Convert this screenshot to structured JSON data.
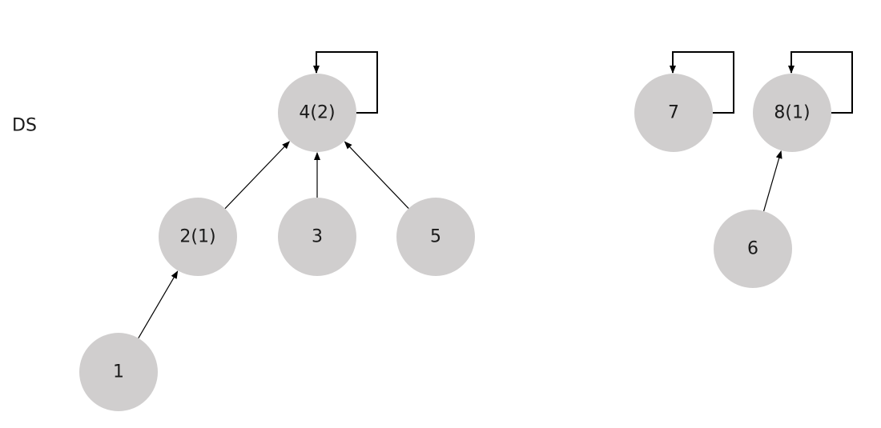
{
  "label": "DS",
  "nodes": [
    {
      "id": "n4",
      "label": "4(2)"
    },
    {
      "id": "n2",
      "label": "2(1)"
    },
    {
      "id": "n3",
      "label": "3"
    },
    {
      "id": "n5",
      "label": "5"
    },
    {
      "id": "n1",
      "label": "1"
    },
    {
      "id": "n7",
      "label": "7"
    },
    {
      "id": "n8",
      "label": "8(1)"
    },
    {
      "id": "n6",
      "label": "6"
    }
  ],
  "edges": [
    {
      "from": "n1",
      "to": "n2"
    },
    {
      "from": "n2",
      "to": "n4"
    },
    {
      "from": "n3",
      "to": "n4"
    },
    {
      "from": "n5",
      "to": "n4"
    },
    {
      "from": "n6",
      "to": "n8"
    }
  ],
  "self_loops": [
    "n4",
    "n7",
    "n8"
  ],
  "colors": {
    "node_fill": "#d0cece",
    "edge": "#000000",
    "text": "#1a1a1a"
  }
}
